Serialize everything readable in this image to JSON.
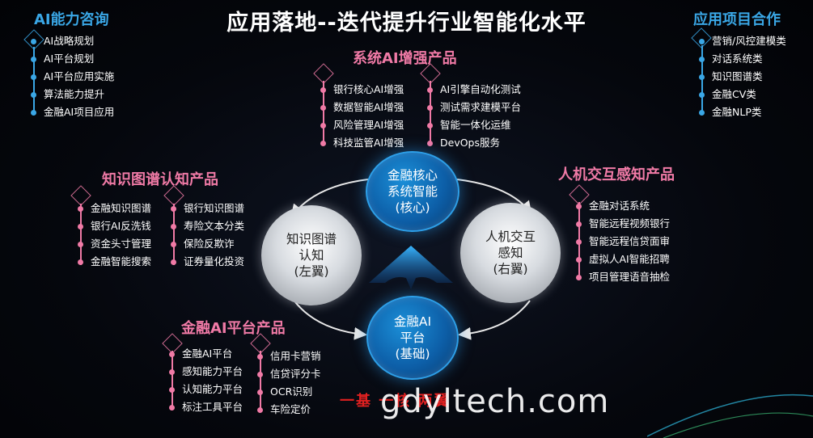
{
  "title": "应用落地--迭代提升行业智能化水平",
  "consulting": {
    "title": "AI能力咨询",
    "items": [
      "AI战略规划",
      "AI平台规划",
      "AI平台应用实施",
      "算法能力提升",
      "金融AI项目应用"
    ]
  },
  "cooperation": {
    "title": "应用项目合作",
    "items": [
      "营销/风控建模类",
      "对话系统类",
      "知识图谱类",
      "金融CV类",
      "金融NLP类"
    ]
  },
  "system_ai": {
    "title": "系统AI增强产品",
    "left": [
      "银行核心AI增强",
      "数据智能AI增强",
      "风险管理AI增强",
      "科技监管AI增强"
    ],
    "right": [
      "AI引擎自动化测试",
      "测试需求建模平台",
      "智能一体化运维",
      "DevOps服务"
    ]
  },
  "knowledge": {
    "title": "知识图谱认知产品",
    "left": [
      "金融知识图谱",
      "银行AI反洗钱",
      "资金头寸管理",
      "金融智能搜索"
    ],
    "right": [
      "银行知识图谱",
      "寿险文本分类",
      "保险反欺诈",
      "证券量化投资"
    ]
  },
  "hci": {
    "title": "人机交互感知产品",
    "items": [
      "金融对话系统",
      "智能远程视频银行",
      "智能远程信贷面审",
      "虚拟人AI智能招聘",
      "项目管理语音抽检"
    ]
  },
  "platform": {
    "title": "金融AI平台产品",
    "left": [
      "金融AI平台",
      "感知能力平台",
      "认知能力平台",
      "标注工具平台"
    ],
    "right": [
      "信用卡营销",
      "信贷评分卡",
      "OCR识别",
      "车险定价"
    ]
  },
  "circles": {
    "core": [
      "金融核心",
      "系统智能",
      "(核心)"
    ],
    "left": [
      "知识图谱",
      "认知",
      "(左翼)"
    ],
    "right": [
      "人机交互",
      "感知",
      "(右翼)"
    ],
    "base": [
      "金融AI",
      "平台",
      "(基础)"
    ]
  },
  "banner": "一基   一核   两翼",
  "watermark": "gdyltech.com",
  "colors": {
    "blue": "#3aa7e6",
    "pink": "#f07aa6"
  }
}
